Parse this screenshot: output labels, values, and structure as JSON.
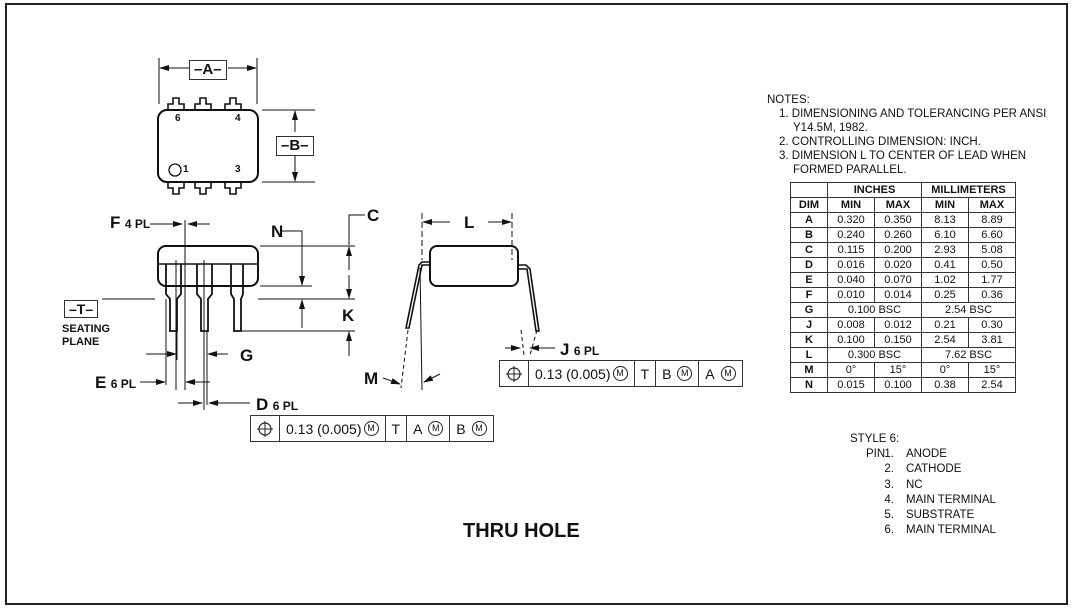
{
  "drawing": {
    "title": "THRU HOLE",
    "datums": {
      "a": "–A–",
      "b": "–B–",
      "t": "–T–"
    },
    "pin_numbers": [
      "6",
      "4",
      "1",
      "3"
    ],
    "seating_plane": [
      "SEATING",
      "PLANE"
    ],
    "labels": {
      "f": "F",
      "f_pl": "4 PL",
      "n": "N",
      "c": "C",
      "k": "K",
      "g": "G",
      "e": "E",
      "e_pl": "6 PL",
      "d": "D",
      "d_pl": "6 PL",
      "l": "L",
      "m": "M",
      "j": "J",
      "j_pl": "6 PL"
    },
    "fcf_d": {
      "symbol": "position-icon",
      "tolerance": "0.13 (0.005)",
      "modifier": "M",
      "datum1": "T",
      "datum2": "A",
      "datum2_mod": "M",
      "datum3": "B",
      "datum3_mod": "M"
    },
    "fcf_j": {
      "symbol": "position-icon",
      "tolerance": "0.13 (0.005)",
      "modifier": "M",
      "datum1": "T",
      "datum2": "B",
      "datum2_mod": "M",
      "datum3": "A",
      "datum3_mod": "M"
    }
  },
  "notes": {
    "heading": "NOTES:",
    "items": [
      {
        "num": "1.",
        "lines": [
          "DIMENSIONING AND TOLERANCING PER ANSI",
          "Y14.5M, 1982."
        ]
      },
      {
        "num": "2.",
        "lines": [
          "CONTROLLING DIMENSION: INCH."
        ]
      },
      {
        "num": "3.",
        "lines": [
          "DIMENSION L TO CENTER OF LEAD WHEN",
          "FORMED PARALLEL."
        ]
      }
    ]
  },
  "dimension_table": {
    "group_headers": [
      "INCHES",
      "MILLIMETERS"
    ],
    "headers": [
      "DIM",
      "MIN",
      "MAX",
      "MIN",
      "MAX"
    ],
    "rows": [
      {
        "dim": "A",
        "in_min": "0.320",
        "in_max": "0.350",
        "mm_min": "8.13",
        "mm_max": "8.89"
      },
      {
        "dim": "B",
        "in_min": "0.240",
        "in_max": "0.260",
        "mm_min": "6.10",
        "mm_max": "6.60"
      },
      {
        "dim": "C",
        "in_min": "0.115",
        "in_max": "0.200",
        "mm_min": "2.93",
        "mm_max": "5.08"
      },
      {
        "dim": "D",
        "in_min": "0.016",
        "in_max": "0.020",
        "mm_min": "0.41",
        "mm_max": "0.50"
      },
      {
        "dim": "E",
        "in_min": "0.040",
        "in_max": "0.070",
        "mm_min": "1.02",
        "mm_max": "1.77"
      },
      {
        "dim": "F",
        "in_min": "0.010",
        "in_max": "0.014",
        "mm_min": "0.25",
        "mm_max": "0.36"
      },
      {
        "dim": "G",
        "in_bsc": "0.100 BSC",
        "mm_bsc": "2.54 BSC"
      },
      {
        "dim": "J",
        "in_min": "0.008",
        "in_max": "0.012",
        "mm_min": "0.21",
        "mm_max": "0.30"
      },
      {
        "dim": "K",
        "in_min": "0.100",
        "in_max": "0.150",
        "mm_min": "2.54",
        "mm_max": "3.81"
      },
      {
        "dim": "L",
        "in_bsc": "0.300 BSC",
        "mm_bsc": "7.62 BSC"
      },
      {
        "dim": "M",
        "in_min": "0°",
        "in_max": "15°",
        "mm_min": "0°",
        "mm_max": "15°"
      },
      {
        "dim": "N",
        "in_min": "0.015",
        "in_max": "0.100",
        "mm_min": "0.38",
        "mm_max": "2.54"
      }
    ]
  },
  "style": {
    "heading": "STYLE 6:",
    "pin_prefix": "PIN",
    "pins": [
      {
        "num": "1.",
        "name": "ANODE"
      },
      {
        "num": "2.",
        "name": "CATHODE"
      },
      {
        "num": "3.",
        "name": "NC"
      },
      {
        "num": "4.",
        "name": "MAIN TERMINAL"
      },
      {
        "num": "5.",
        "name": "SUBSTRATE"
      },
      {
        "num": "6.",
        "name": "MAIN TERMINAL"
      }
    ]
  }
}
